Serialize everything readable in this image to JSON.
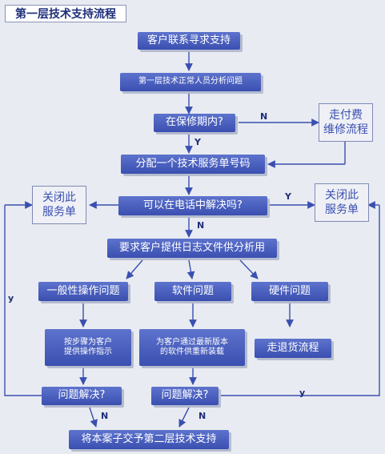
{
  "title": "第一层技术支持流程",
  "nodes": {
    "contact": "客户联系寻求支持",
    "analyze": "第一层技术正常人员分析问题",
    "warranty_q": "在保修期内?",
    "paid_repair": "走付费\n维修流程",
    "assign": "分配一个技术服务单号码",
    "close_left": "关闭此\n服务单",
    "phone_q": "可以在电话中解决吗?",
    "close_right": "关闭此\n服务单",
    "request_log": "要求客户提供日志文件供分析用",
    "general": "一般性操作问题",
    "software": "软件问题",
    "hardware": "硬件问题",
    "steps": "按步骤为客户\n提供操作指示",
    "update": "为客户通过最新版本\n的软件供重新装载",
    "return": "走退货流程",
    "solved_q1": "问题解决?",
    "solved_q2": "问题解决?",
    "escalate": "将本案子交予第二层技术支持"
  },
  "labels": {
    "n_warranty": "N",
    "y_warranty": "Y",
    "y_phone": "Y",
    "n_phone": "N",
    "y_left": "y",
    "n_solved1": "N",
    "n_solved2": "N",
    "y_solved2": "y"
  }
}
